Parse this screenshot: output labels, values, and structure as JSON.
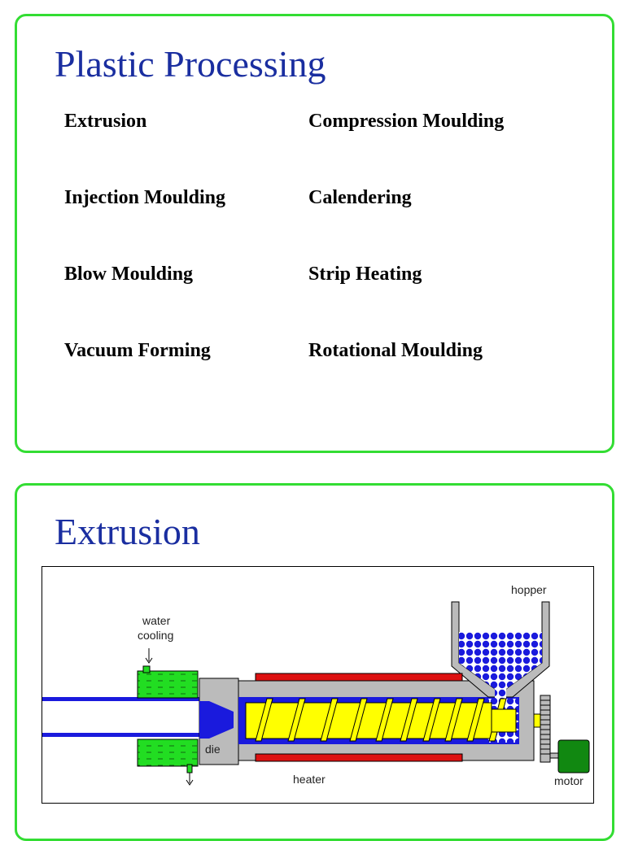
{
  "slide1": {
    "title": "Plastic Processing",
    "processes": {
      "left": [
        "Extrusion",
        "Injection Moulding",
        "Blow Moulding",
        "Vacuum Forming"
      ],
      "right": [
        "Compression Moulding",
        "Calendering",
        "Strip Heating",
        "Rotational Moulding"
      ]
    }
  },
  "slide2": {
    "title": "Extrusion",
    "diagram": {
      "labels": {
        "hopper": "hopper",
        "water": "water",
        "cooling": "cooling",
        "die": "die",
        "heater": "heater",
        "motor": "motor"
      },
      "colors": {
        "barrel": "#bbbbbb",
        "screw": "#ffff00",
        "melt": "#1a1add",
        "heater": "#dd1111",
        "cooling": "#22dd22",
        "motor": "#118811"
      }
    }
  }
}
